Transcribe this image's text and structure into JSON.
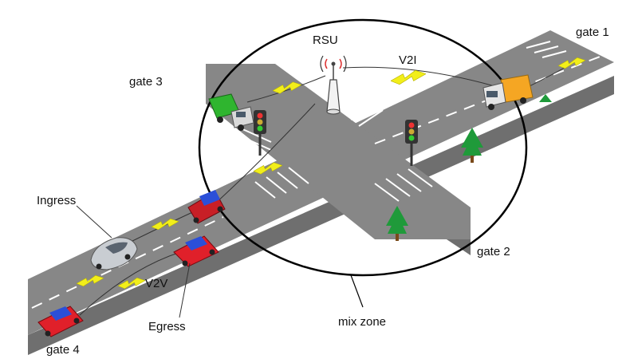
{
  "labels": {
    "rsu": "RSU",
    "v2i": "V2I",
    "v2v": "V2V",
    "gate1": "gate 1",
    "gate2": "gate 2",
    "gate3": "gate 3",
    "gate4": "gate 4",
    "ingress": "Ingress",
    "egress": "Egress",
    "mix_zone": "mix zone"
  },
  "colors": {
    "road": "#878787",
    "road_dark": "#6f6f6f",
    "lane_mark": "#ffffff",
    "signal_link": "#f2ee1a",
    "mix_zone_ring": "#000000",
    "truck_green": "#2fb52f",
    "truck_orange": "#f5a623",
    "car_red": "#e0202a",
    "car_silver": "#c9cdd2",
    "tree": "#1f9a3a"
  },
  "icons": [
    "rsu-antenna-icon",
    "traffic-light-icon",
    "tree-icon",
    "green-truck-icon",
    "orange-truck-icon",
    "red-car-icon",
    "silver-car-icon",
    "blue-red-van-icon",
    "lightning-link-icon"
  ]
}
